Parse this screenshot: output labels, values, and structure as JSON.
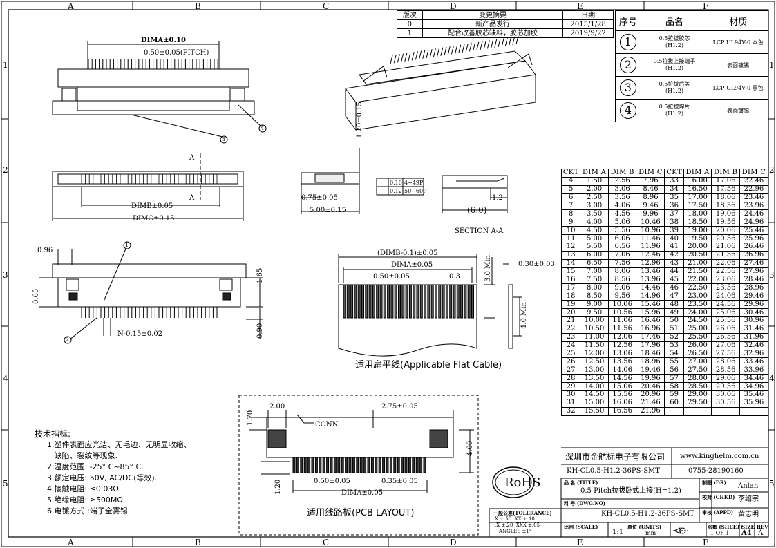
{
  "frame": {
    "cols": [
      "A",
      "B",
      "C",
      "D",
      "E",
      "F"
    ],
    "rows": [
      "1",
      "2",
      "3",
      "4",
      "5"
    ]
  },
  "revision": {
    "headers": [
      "版次",
      "变更摘要",
      "日期"
    ],
    "rows": [
      [
        "0",
        "新产品发行",
        "2015/1/28"
      ],
      [
        "1",
        "配合改善胶芯缺料，胶芯加胶",
        "2019/9/22"
      ]
    ]
  },
  "parts": {
    "headers": [
      "序号",
      "品名",
      "材质"
    ],
    "rows": [
      {
        "no": "1",
        "name": "0.5拉拔胶芯\n(H1.2)",
        "material": "LCP UL94V-0 本色"
      },
      {
        "no": "2",
        "name": "0.5拉拔上接端子\n(H1.2)",
        "material": "表面镀锡"
      },
      {
        "no": "3",
        "name": "0.5拉拔后盖\n(H1.2)",
        "material": "LCP UL94V-0 黑色"
      },
      {
        "no": "4",
        "name": "0.5拉拔焊片\n(H1.2)",
        "material": "表面镀锡"
      }
    ]
  },
  "ckt_table": {
    "headers": [
      "CKT",
      "DIM A",
      "DIM B",
      "DIM C",
      "CKT",
      "DIM A",
      "DIM B",
      "DIM C"
    ],
    "left": [
      [
        "4",
        "1.50",
        "2.56",
        "7.96"
      ],
      [
        "5",
        "2.00",
        "3.06",
        "8.46"
      ],
      [
        "6",
        "2.50",
        "3.56",
        "8.96"
      ],
      [
        "7",
        "3.00",
        "4.06",
        "9.46"
      ],
      [
        "8",
        "3.50",
        "4.56",
        "9.96"
      ],
      [
        "9",
        "4.00",
        "5.06",
        "10.46"
      ],
      [
        "10",
        "4.50",
        "5.56",
        "10.96"
      ],
      [
        "11",
        "5.00",
        "6.06",
        "11.46"
      ],
      [
        "12",
        "5.50",
        "6.56",
        "11.96"
      ],
      [
        "13",
        "6.00",
        "7.06",
        "12.46"
      ],
      [
        "14",
        "6.50",
        "7.56",
        "12.96"
      ],
      [
        "15",
        "7.00",
        "8.06",
        "13.46"
      ],
      [
        "16",
        "7.50",
        "8.56",
        "13.96"
      ],
      [
        "17",
        "8.00",
        "9.06",
        "14.46"
      ],
      [
        "18",
        "8.50",
        "9.56",
        "14.96"
      ],
      [
        "19",
        "9.00",
        "10.06",
        "15.46"
      ],
      [
        "20",
        "9.50",
        "10.56",
        "15.96"
      ],
      [
        "21",
        "10.00",
        "11.06",
        "16.46"
      ],
      [
        "22",
        "10.50",
        "11.56",
        "16.96"
      ],
      [
        "23",
        "11.00",
        "12.06",
        "17.46"
      ],
      [
        "24",
        "11.50",
        "12.56",
        "17.96"
      ],
      [
        "25",
        "12.00",
        "13.06",
        "18.46"
      ],
      [
        "26",
        "12.50",
        "13.56",
        "18.96"
      ],
      [
        "27",
        "13.00",
        "14.06",
        "19.46"
      ],
      [
        "28",
        "13.50",
        "14.56",
        "19.96"
      ],
      [
        "29",
        "14.00",
        "15.06",
        "20.46"
      ],
      [
        "30",
        "14.50",
        "15.56",
        "20.96"
      ],
      [
        "31",
        "15.00",
        "16.06",
        "21.46"
      ],
      [
        "32",
        "15.50",
        "16.56",
        "21.96"
      ]
    ],
    "right": [
      [
        "33",
        "16.00",
        "17.06",
        "22.46"
      ],
      [
        "34",
        "16.50",
        "17.56",
        "22.96"
      ],
      [
        "35",
        "17.00",
        "18.06",
        "23.46"
      ],
      [
        "36",
        "17.50",
        "18.56",
        "23.96"
      ],
      [
        "37",
        "18.00",
        "19.06",
        "24.46"
      ],
      [
        "38",
        "18.50",
        "19.56",
        "24.96"
      ],
      [
        "39",
        "19.00",
        "20.06",
        "25.46"
      ],
      [
        "40",
        "19.50",
        "20.56",
        "25.96"
      ],
      [
        "41",
        "20.00",
        "21.06",
        "26.46"
      ],
      [
        "42",
        "20.50",
        "21.56",
        "26.96"
      ],
      [
        "43",
        "21.00",
        "22.06",
        "27.46"
      ],
      [
        "44",
        "21.50",
        "22.56",
        "27.96"
      ],
      [
        "45",
        "22.00",
        "23.06",
        "28.46"
      ],
      [
        "46",
        "22.50",
        "23.56",
        "28.96"
      ],
      [
        "47",
        "23.00",
        "24.06",
        "29.46"
      ],
      [
        "48",
        "23.50",
        "24.56",
        "29.96"
      ],
      [
        "49",
        "24.00",
        "25.06",
        "30.46"
      ],
      [
        "50",
        "24.50",
        "25.56",
        "30.96"
      ],
      [
        "51",
        "25.00",
        "26.06",
        "31.46"
      ],
      [
        "52",
        "25.50",
        "26.56",
        "31.96"
      ],
      [
        "53",
        "26.00",
        "27.06",
        "32.46"
      ],
      [
        "54",
        "26.50",
        "27.56",
        "32.96"
      ],
      [
        "55",
        "27.00",
        "28.06",
        "33.46"
      ],
      [
        "56",
        "27.50",
        "28.56",
        "33.96"
      ],
      [
        "57",
        "28.00",
        "29.06",
        "34.46"
      ],
      [
        "58",
        "28.50",
        "29.56",
        "34.96"
      ],
      [
        "59",
        "29.00",
        "30.06",
        "35.46"
      ],
      [
        "60",
        "29.50",
        "30.56",
        "35.96"
      ],
      [
        "",
        "",
        "",
        ""
      ]
    ]
  },
  "title_block": {
    "company": "深圳市金航标电子有限公司",
    "website": "www.kinghelm.com.cn",
    "part_no_top": "KH-CL0.5-H1.2-36PS-SMT",
    "phone": "0755-28190160",
    "title_label": "品 名 (TITLE)",
    "title": "0.5 Pitch拉拔卧式上接(H=1.2)",
    "dwg_label": "料 号 (DWG.NO)",
    "dwg_no": "KH-CL0.5-H1.2-36PS-SMT",
    "drawn_label": "制图 (DR)",
    "drawn": "Anlan",
    "checked_label": "校对 (CHKD)",
    "checked": "李绍宗",
    "approved_label": "审核 (APPD)",
    "approved": "黄志明",
    "tolerance_label": "一般公差(TOLERANCE)",
    "tol_1": "X  ±.50    .XX ±.10",
    "tol_2": ".X ±.20   .XXX ±.05",
    "tol_3": "ANGLES    ±1°",
    "scale_label": "比例 (SCALE)",
    "scale": "1:1",
    "unit_label": "单位 (UNITS)",
    "unit": "mm",
    "sheet_label": "张数 (SHEET)",
    "sheet": "1 OF 1",
    "size_label": "SIZE",
    "size": "A4",
    "rev_label": "REV",
    "rev": "A",
    "rohs": "RoHS"
  },
  "notes": {
    "title": "技术指标:",
    "items": [
      "1.塑件表面应光洁、无毛边、无明显收缩、",
      "   缺陷、裂纹等现象.",
      "2.温度范围: -25° C~85° C.",
      "3.额定电压: 50V, AC/DC(等效).",
      "4.接触电阻: ≤0.03Ω.",
      "5.绝缘电阻: ≥500MΩ",
      "6.电镀方式 :端子全雾锡"
    ]
  },
  "dims": {
    "dima": "DIMA±0.10",
    "pitch": "0.50±0.05(PITCH)",
    "dimb": "DIMB±0.05",
    "dimc": "DIMC±0.15",
    "a_mark": "A",
    "h120": "1.20±0.15",
    "w075": "0.75±0.05",
    "w500": "5.00±0.15",
    "tol010": "0.10",
    "tol010_range": "4~49P",
    "tol012": "0.12",
    "tol012_range": "50~60P",
    "d12": "1.2",
    "d60": "(6.0)",
    "section": "SECTION A-A",
    "d096": "0.96",
    "d065": "0.65",
    "d165": "1.65",
    "d090": "0.90",
    "n015": "N-0.15±0.02",
    "cable_dimb": "(DIMB-0.1)±0.05",
    "cable_dima": "DIMA±0.05",
    "cable_pitch": "0.50±0.05",
    "cable_03": "0.3",
    "cable_30": "3.0 Min.",
    "cable_thk": "0.30±0.03",
    "cable_40": "4.0 Min.",
    "cable_caption": "适用扁平线(Applicable Flat Cable)",
    "pcb_200": "2.00",
    "pcb_275": "2.75±0.05",
    "pcb_170": "1.70",
    "pcb_conn": "CONN.",
    "pcb_400": "4.00",
    "pcb_050": "0.50±0.05",
    "pcb_035": "0.35±0.05",
    "pcb_120": "1.20",
    "pcb_dima": "DIMA±0.05",
    "pcb_caption": "适用线路板(PCB LAYOUT)",
    "callout_1": "1",
    "callout_2": "2",
    "callout_3": "3",
    "callout_4": "4"
  }
}
